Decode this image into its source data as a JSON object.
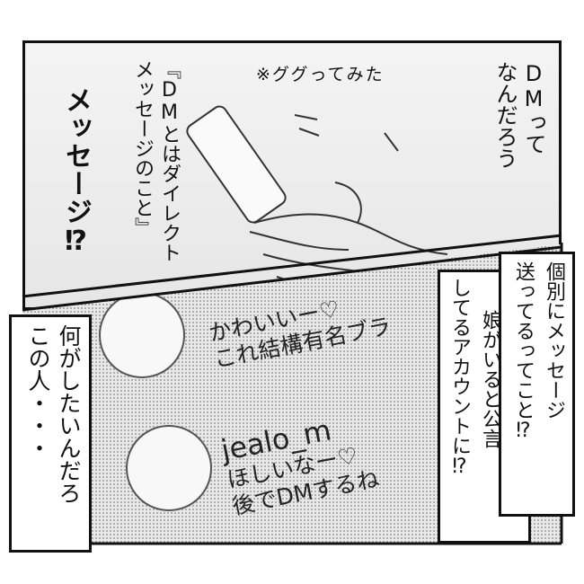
{
  "top_panel": {
    "exclaim": "メッセージ⁉",
    "definition_line1": "『DMとはダイレクト",
    "definition_line2": "メッセージのこと』",
    "note": "※ググってみた",
    "thought_line1": "DMって",
    "thought_line2": "なんだろう"
  },
  "bottom_panel": {
    "comments": [
      {
        "line1": "かわいいー♡",
        "line2": "これ結構有名ブラ"
      },
      {
        "username": "jealo_m",
        "line1": "ほしいなー♡",
        "line2": "後でDMするね"
      }
    ]
  },
  "captions": {
    "left_line1": "何がしたいんだろ",
    "left_line2": "この人・・・",
    "right_front_line1": "個別にメッセージ",
    "right_front_line2": "送ってるってこと⁉",
    "right_back_line1": "娘がいると公言",
    "right_back_line2": "してるアカウントに⁉"
  }
}
